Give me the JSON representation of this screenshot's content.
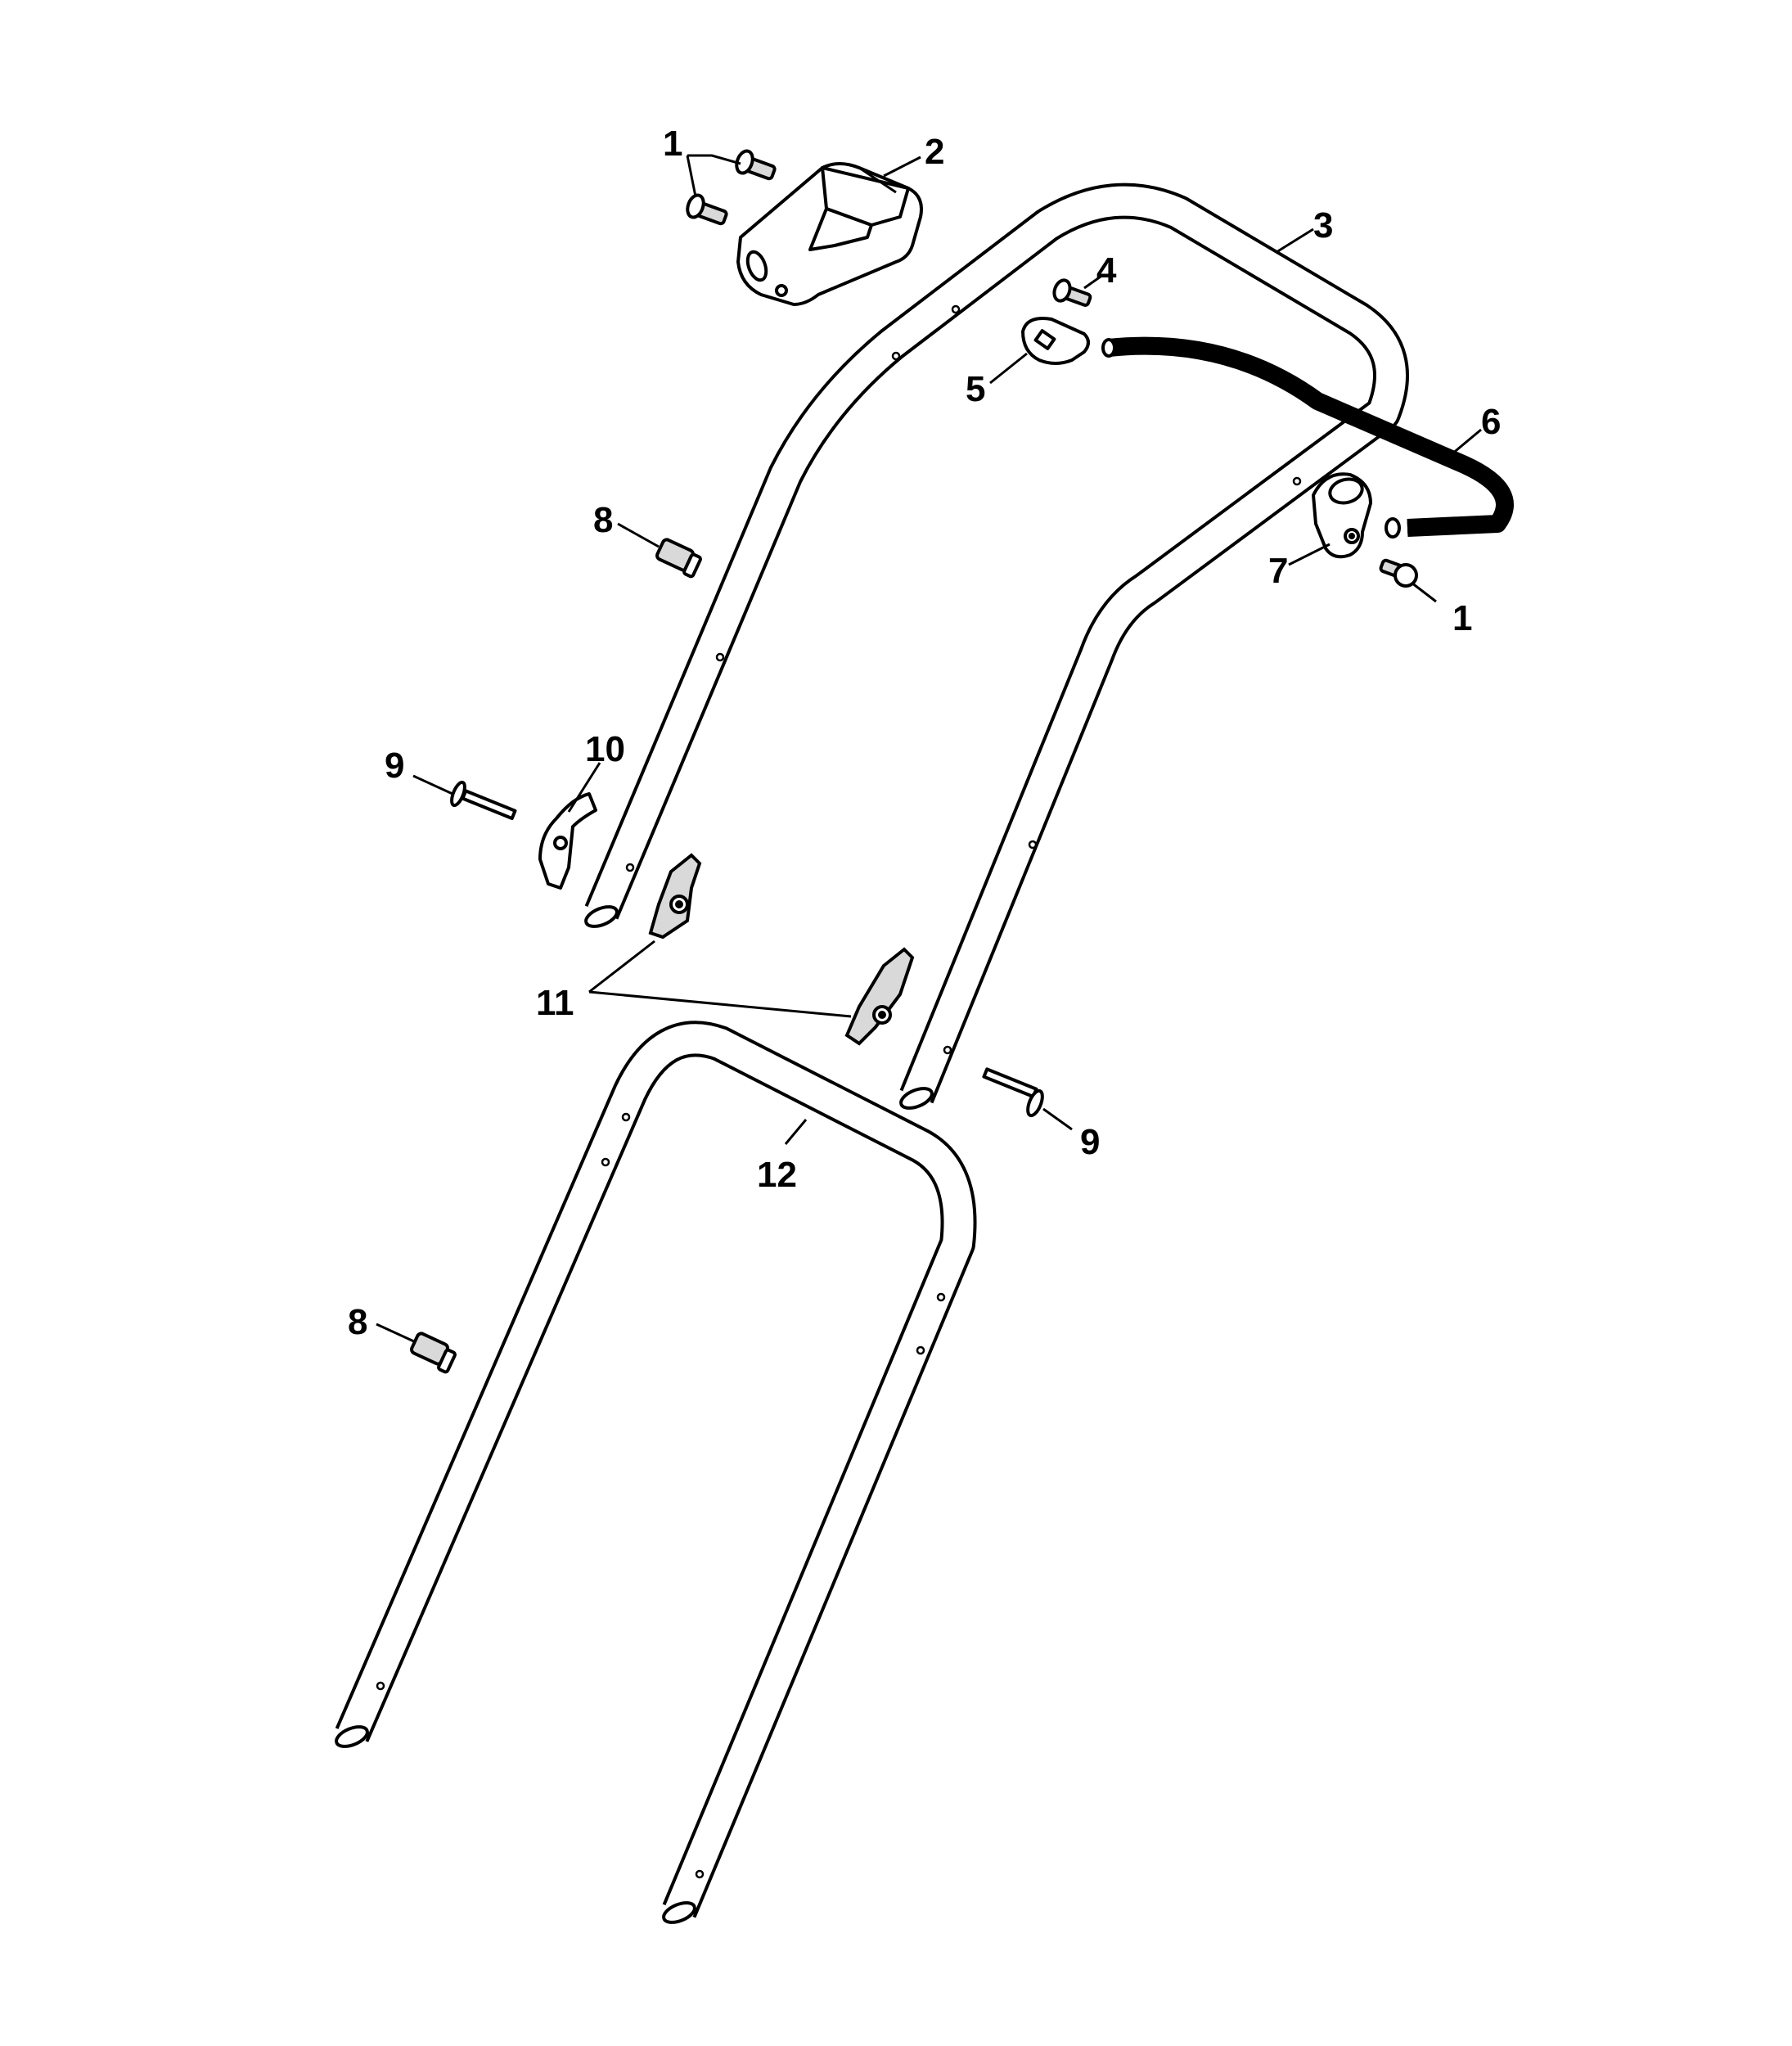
{
  "callouts": {
    "c1a": "1",
    "c2": "2",
    "c3": "3",
    "c4": "4",
    "c5": "5",
    "c6": "6",
    "c7": "7",
    "c1b": "1",
    "c8a": "8",
    "c10": "10",
    "c9a": "9",
    "c11": "11",
    "c9b": "9",
    "c12": "12",
    "c8b": "8"
  }
}
